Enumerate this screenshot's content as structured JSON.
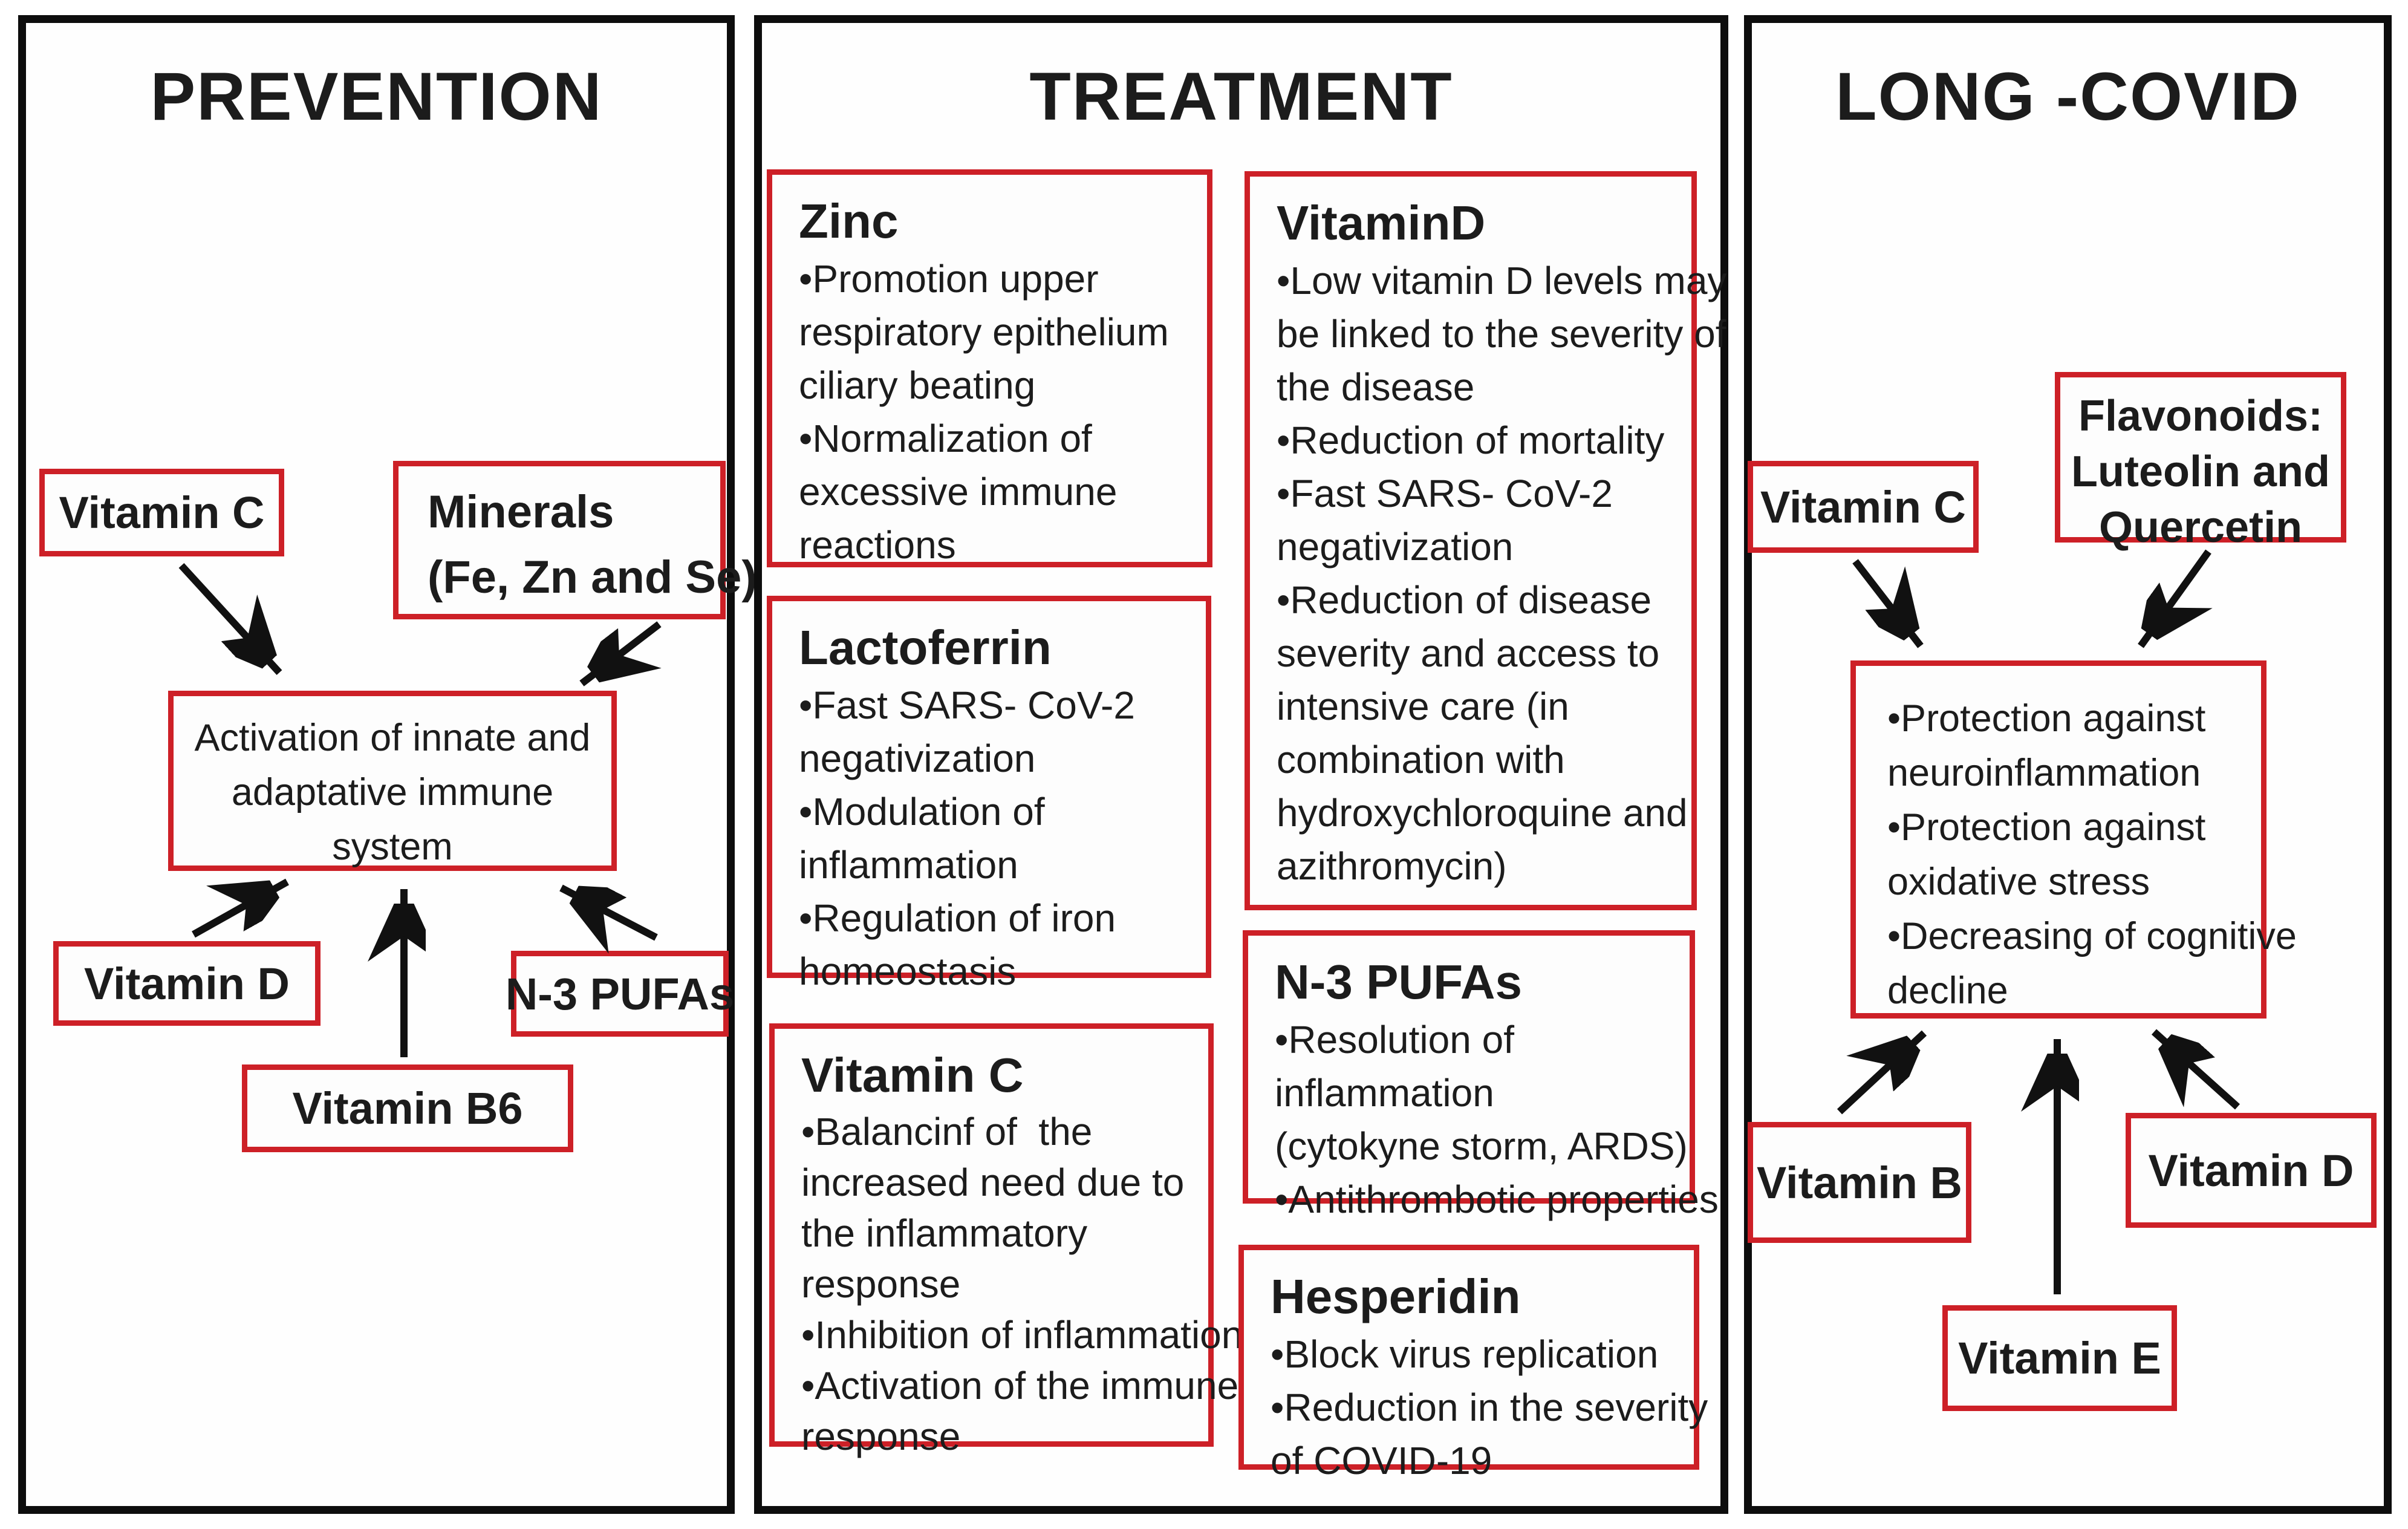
{
  "panels": {
    "prevention": {
      "title": "PREVENTION",
      "boxes": {
        "vitamin_c": {
          "label": "Vitamin C"
        },
        "minerals": {
          "lines": [
            "Minerals",
            "(Fe, Zn and Se)"
          ]
        },
        "immune_system": {
          "lines": [
            "Activation of innate and",
            "adaptative immune",
            "system"
          ]
        },
        "vitamin_d": {
          "label": "Vitamin D"
        },
        "vitamin_b6": {
          "label": "Vitamin B6"
        },
        "n3_pufas": {
          "label": "N-3 PUFAs"
        }
      }
    },
    "treatment": {
      "title": "TREATMENT",
      "boxes": {
        "zinc": {
          "heading": "Zinc",
          "lines": [
            "•Promotion upper",
            "respiratory epithelium",
            "ciliary beating",
            "•Normalization of",
            "excessive immune",
            "reactions"
          ]
        },
        "lactoferrin": {
          "heading": "Lactoferrin",
          "lines": [
            "•Fast SARS- CoV-2",
            "negativization",
            "•Modulation of",
            "inflammation",
            "•Regulation of iron",
            "homeostasis"
          ]
        },
        "vitamin_c": {
          "heading": "Vitamin C",
          "lines": [
            "•Balancinf of  the",
            "increased need due to",
            "the inflammatory",
            "response",
            "•Inhibition of inflammation",
            "•Activation of the immune",
            "response"
          ]
        },
        "vitamin_d": {
          "heading": "VitaminD",
          "lines": [
            "•Low vitamin D levels may",
            "be linked to the severity of",
            "the disease",
            "•Reduction of mortality",
            "•Fast SARS- CoV-2",
            "negativization",
            "•Reduction of disease",
            "severity and access to",
            "intensive care (in",
            "combination with",
            "hydroxychloroquine and",
            "azithromycin)"
          ]
        },
        "n3_pufas": {
          "heading": "N-3 PUFAs",
          "lines": [
            "•Resolution of",
            "inflammation",
            "(cytokyne storm, ARDS)",
            "•Antithrombotic properties"
          ]
        },
        "hesperidin": {
          "heading": "Hesperidin",
          "lines": [
            "•Block virus replication",
            "•Reduction in the severity",
            "of COVID-19"
          ]
        }
      }
    },
    "long_covid": {
      "title": "LONG -COVID",
      "boxes": {
        "flavonoids": {
          "lines": [
            "Flavonoids:",
            "Luteolin and",
            "Quercetin"
          ]
        },
        "vitamin_c": {
          "label": "Vitamin C"
        },
        "effects": {
          "lines": [
            "•Protection against",
            "neuroinflammation",
            "•Protection against",
            "oxidative stress",
            "•Decreasing of cognitive",
            "decline"
          ]
        },
        "vitamin_b": {
          "label": "Vitamin B"
        },
        "vitamin_e": {
          "label": "Vitamin E"
        },
        "vitamin_d": {
          "label": "Vitamin D"
        }
      }
    }
  },
  "colors": {
    "red_box_border": "#cd2027",
    "panel_border": "#0d0d0d",
    "text": "#1c1c1c",
    "background": "#ffffff"
  }
}
